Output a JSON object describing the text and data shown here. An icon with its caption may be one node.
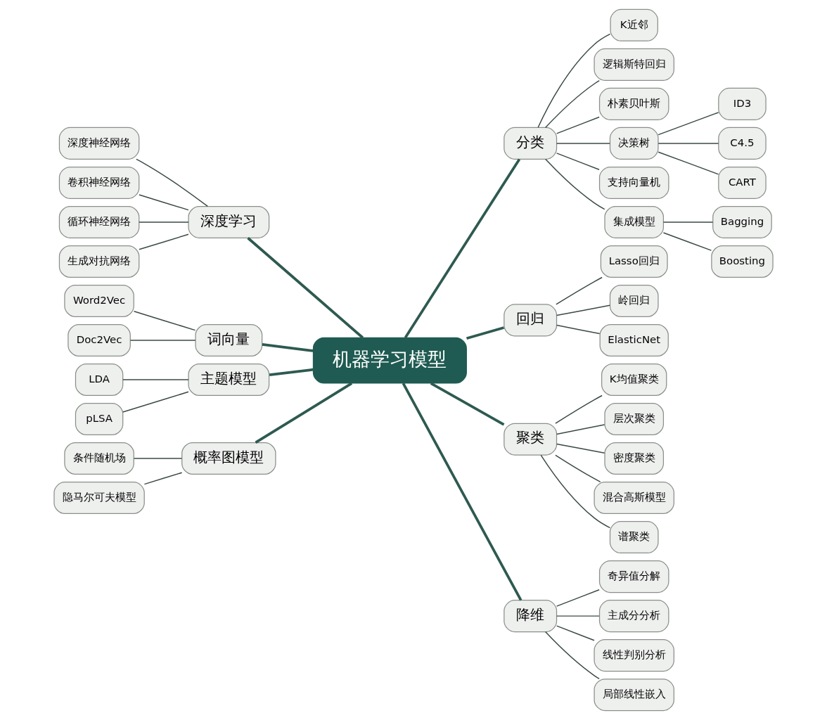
{
  "diagram": {
    "nodes": [
      {
        "text": [
          "机器学习模型"
        ]
      },
      {
        "text": [
          "分类"
        ]
      },
      {
        "text": [
          "K近邻"
        ]
      },
      {
        "text": [
          "逻辑斯特回归"
        ]
      },
      {
        "text": [
          "朴素贝叶斯"
        ]
      },
      {
        "text": [
          "决策树"
        ]
      },
      {
        "text": [
          "ID3"
        ]
      },
      {
        "text": [
          "C4.5"
        ]
      },
      {
        "text": [
          "CART"
        ]
      },
      {
        "text": [
          "支持向量机"
        ]
      },
      {
        "text": [
          "集成模型"
        ]
      },
      {
        "text": [
          "Bagging"
        ]
      },
      {
        "text": [
          "Boosting"
        ]
      },
      {
        "text": [
          "回归"
        ]
      },
      {
        "text": [
          "Lasso回归"
        ]
      },
      {
        "text": [
          "岭回归"
        ]
      },
      {
        "text": [
          "ElasticNet"
        ]
      },
      {
        "text": [
          "聚类"
        ]
      },
      {
        "text": [
          "K均值聚类"
        ]
      },
      {
        "text": [
          "层次聚类"
        ]
      },
      {
        "text": [
          "密度聚类"
        ]
      },
      {
        "text": [
          "混合高斯模型"
        ]
      },
      {
        "text": [
          "谱聚类"
        ]
      },
      {
        "text": [
          "降维"
        ]
      },
      {
        "text": [
          "奇异值分解"
        ]
      },
      {
        "text": [
          "主成分分析"
        ]
      },
      {
        "text": [
          "线性判别分析"
        ]
      },
      {
        "text": [
          "局部线性嵌入"
        ]
      },
      {
        "text": [
          "深度学习"
        ]
      },
      {
        "text": [
          "深度神经网络"
        ]
      },
      {
        "text": [
          "卷积神经网络"
        ]
      },
      {
        "text": [
          "循环神经网络"
        ]
      },
      {
        "text": [
          "生成对抗网络"
        ]
      },
      {
        "text": [
          "词向量"
        ]
      },
      {
        "text": [
          "Word2Vec"
        ]
      },
      {
        "text": [
          "Doc2Vec"
        ]
      },
      {
        "text": [
          "主题模型"
        ]
      },
      {
        "text": [
          "LDA"
        ]
      },
      {
        "text": [
          "pLSA"
        ]
      },
      {
        "text": [
          "概率图模型"
        ]
      },
      {
        "text": [
          "条件随机场"
        ]
      },
      {
        "text": [
          "隐马尔可夫模型"
        ]
      }
    ],
    "edges": [
      {
        "from": 29,
        "to": 28,
        "arrow": "none"
      },
      {
        "from": 30,
        "to": 28,
        "arrow": "none"
      },
      {
        "from": 31,
        "to": 28,
        "arrow": "none"
      },
      {
        "from": 32,
        "to": 28,
        "arrow": "none"
      },
      {
        "from": 34,
        "to": 33,
        "arrow": "none"
      },
      {
        "from": 35,
        "to": 33,
        "arrow": "none"
      },
      {
        "from": 37,
        "to": 36,
        "arrow": "none"
      },
      {
        "from": 38,
        "to": 36,
        "arrow": "none"
      },
      {
        "from": 40,
        "to": 39,
        "arrow": "none"
      },
      {
        "from": 41,
        "to": 39,
        "arrow": "none"
      },
      {
        "from": 28,
        "to": 0,
        "arrow": "none",
        "style": "thick"
      },
      {
        "from": 33,
        "to": 0,
        "arrow": "none",
        "style": "thick"
      },
      {
        "from": 36,
        "to": 0,
        "arrow": "none",
        "style": "thick"
      },
      {
        "from": 39,
        "to": 0,
        "arrow": "none",
        "style": "thick"
      },
      {
        "from": 0,
        "to": 1,
        "arrow": "none",
        "style": "thick"
      },
      {
        "from": 0,
        "to": 13,
        "arrow": "none",
        "style": "thick"
      },
      {
        "from": 0,
        "to": 17,
        "arrow": "none",
        "style": "thick"
      },
      {
        "from": 0,
        "to": 23,
        "arrow": "none",
        "style": "thick"
      },
      {
        "from": 1,
        "to": 2,
        "arrow": "none"
      },
      {
        "from": 1,
        "to": 3,
        "arrow": "none"
      },
      {
        "from": 1,
        "to": 4,
        "arrow": "none"
      },
      {
        "from": 1,
        "to": 5,
        "arrow": "none"
      },
      {
        "from": 5,
        "to": 6,
        "arrow": "none"
      },
      {
        "from": 5,
        "to": 7,
        "arrow": "none"
      },
      {
        "from": 5,
        "to": 8,
        "arrow": "none"
      },
      {
        "from": 1,
        "to": 9,
        "arrow": "none"
      },
      {
        "from": 1,
        "to": 10,
        "arrow": "none"
      },
      {
        "from": 10,
        "to": 11,
        "arrow": "none"
      },
      {
        "from": 10,
        "to": 12,
        "arrow": "none"
      },
      {
        "from": 13,
        "to": 14,
        "arrow": "none"
      },
      {
        "from": 13,
        "to": 15,
        "arrow": "none"
      },
      {
        "from": 13,
        "to": 16,
        "arrow": "none"
      },
      {
        "from": 17,
        "to": 18,
        "arrow": "none"
      },
      {
        "from": 17,
        "to": 19,
        "arrow": "none"
      },
      {
        "from": 17,
        "to": 20,
        "arrow": "none"
      },
      {
        "from": 17,
        "to": 21,
        "arrow": "none"
      },
      {
        "from": 17,
        "to": 22,
        "arrow": "none"
      },
      {
        "from": 23,
        "to": 24,
        "arrow": "none"
      },
      {
        "from": 23,
        "to": 25,
        "arrow": "none"
      },
      {
        "from": 23,
        "to": 26,
        "arrow": "none"
      },
      {
        "from": 23,
        "to": 27,
        "arrow": "none"
      }
    ]
  }
}
